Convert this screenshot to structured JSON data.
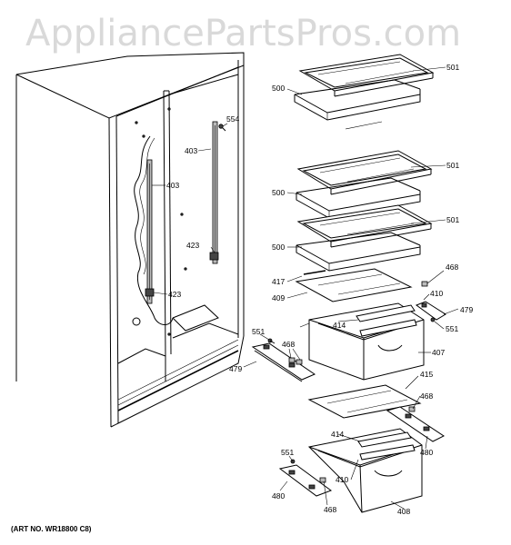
{
  "watermark": "AppliancePartsPros.com",
  "art_number": "(ART NO. WR18800 C8)",
  "callouts": {
    "c501a": "501",
    "c500a": "500",
    "c501b": "501",
    "c500b": "500",
    "c501c": "501",
    "c500c": "500",
    "c554": "554",
    "c403a": "403",
    "c403b": "403",
    "c423a": "423",
    "c423b": "423",
    "c417": "417",
    "c409": "409",
    "c414a": "414",
    "c468a": "468",
    "c410a": "410",
    "c479a": "479",
    "c551a": "551",
    "c551b": "551",
    "c468b": "468",
    "c479b": "479",
    "c407": "407",
    "c415": "415",
    "c468c": "468",
    "c414b": "414",
    "c480a": "480",
    "c410b": "410",
    "c551c": "551",
    "c480b": "480",
    "c468d": "468",
    "c408": "408"
  }
}
